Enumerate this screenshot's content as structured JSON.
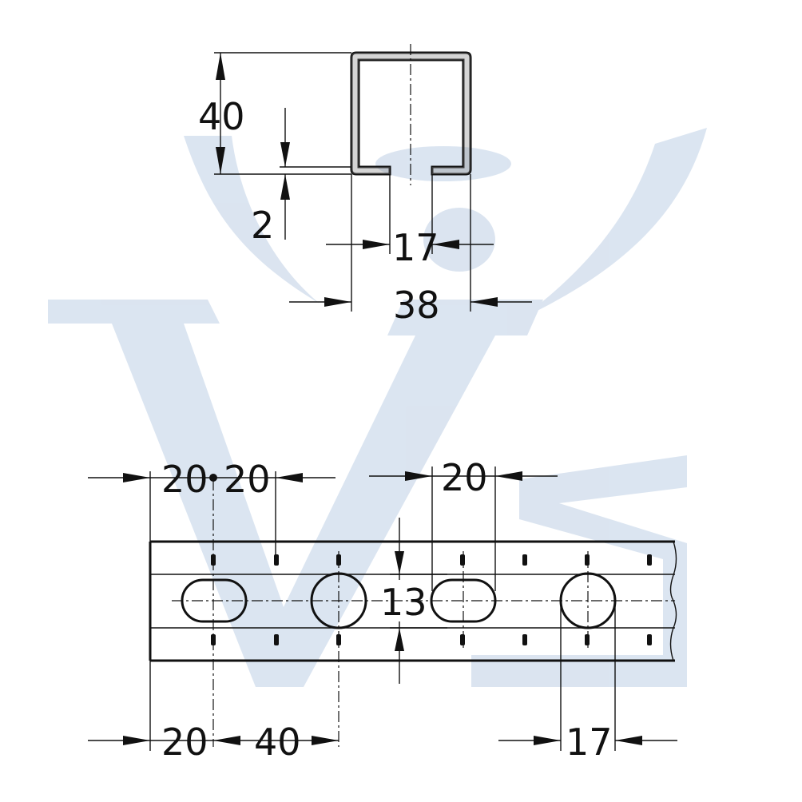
{
  "colors": {
    "line": "#111111",
    "watermark": "#d5e0ee",
    "background": "#ffffff"
  },
  "profile_section": {
    "height": "40",
    "wall_thickness": "2",
    "slot_opening": "17",
    "width": "38"
  },
  "rail_view": {
    "top_left_offset": "20",
    "top_pitch": "20",
    "top_right_pitch": "20",
    "hole_height": "13",
    "bottom_left_offset": "20",
    "bottom_spacing": "40",
    "hole_diameter": "17"
  }
}
